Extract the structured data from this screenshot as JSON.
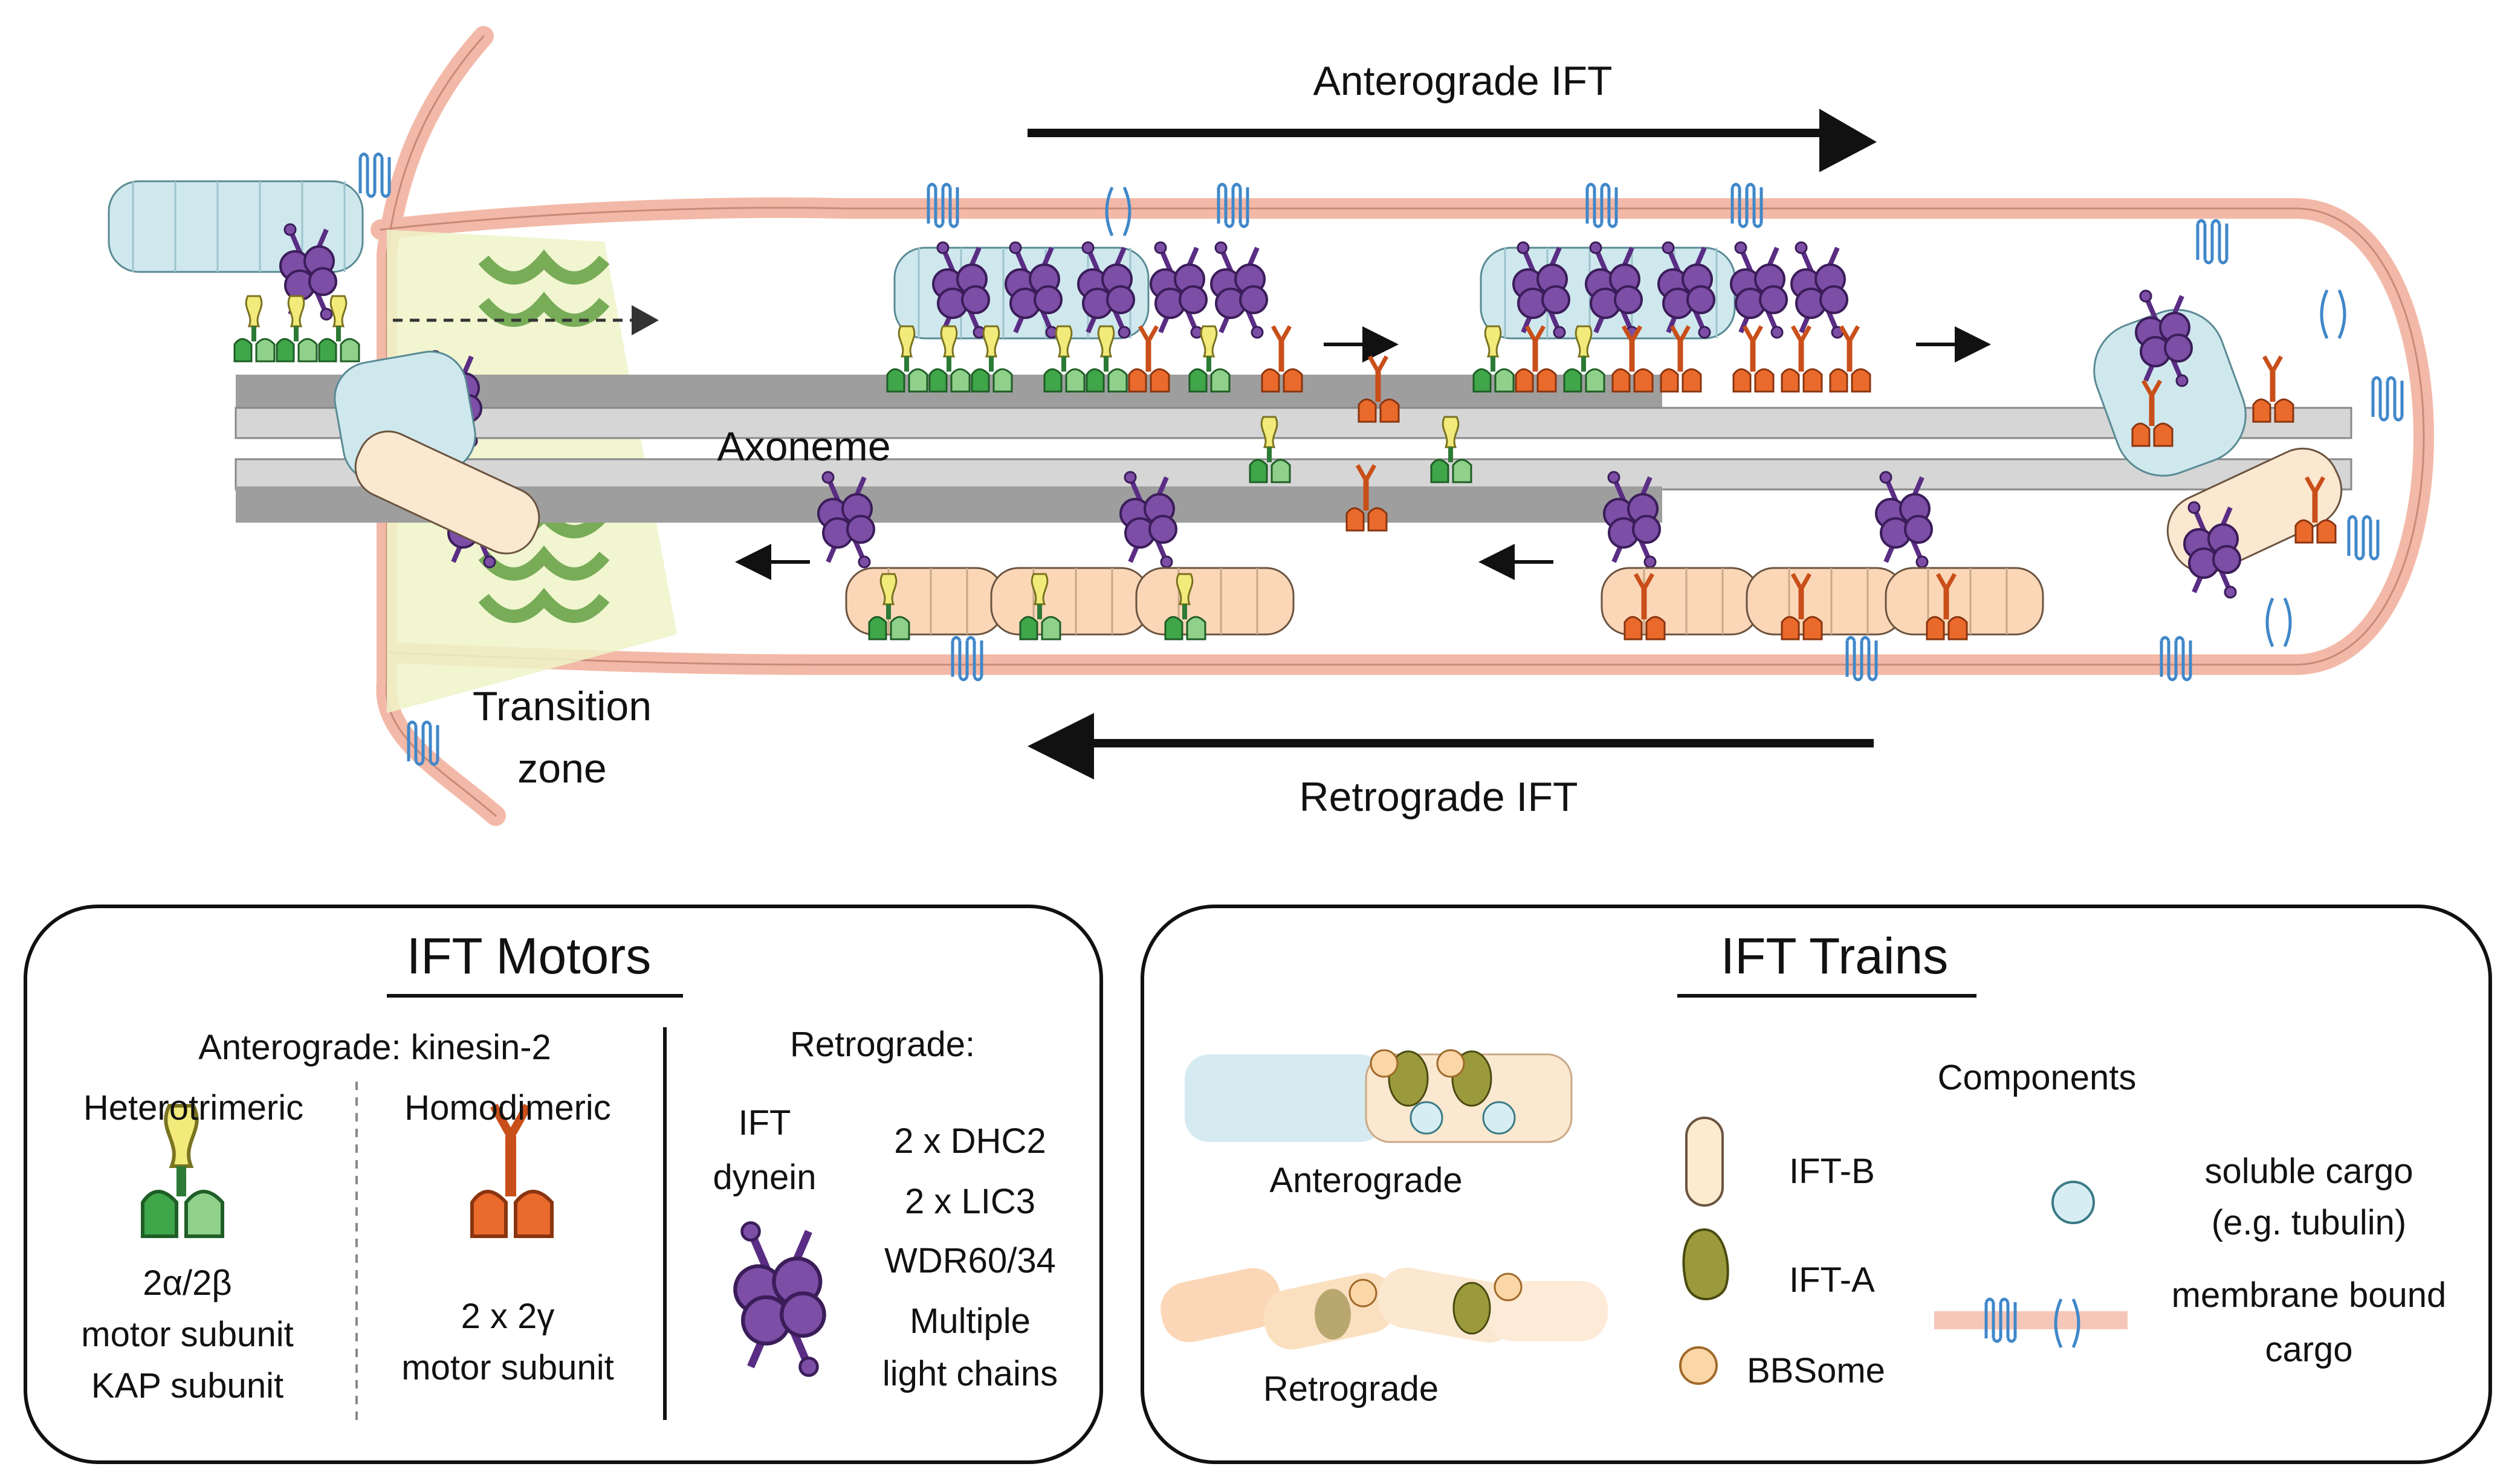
{
  "diagram": {
    "anterograde_arrow_label": "Anterograde IFT",
    "retrograde_arrow_label": "Retrograde IFT",
    "axoneme_label": "Axoneme",
    "transition_zone_label": [
      "Transition",
      "zone"
    ]
  },
  "motors_panel": {
    "title": "IFT Motors",
    "anterograde_heading": "Anterograde: kinesin-2",
    "heterotrimeric": {
      "label": "Heterotrimeric",
      "desc": [
        "2α/2β",
        "motor subunit",
        "KAP subunit"
      ]
    },
    "homodimeric": {
      "label": "Homodimeric",
      "desc": [
        "2 x 2γ",
        "motor subunit"
      ]
    },
    "retrograde_heading": "Retrograde:",
    "dynein_label": [
      "IFT",
      "dynein"
    ],
    "dynein_parts": [
      "2 x DHC2",
      "2 x LIC3",
      "WDR60/34",
      "Multiple",
      "light chains"
    ]
  },
  "trains_panel": {
    "title": "IFT Trains",
    "anterograde_label": "Anterograde",
    "retrograde_label": "Retrograde",
    "components_heading": "Components",
    "ift_b": "IFT-B",
    "ift_a": "IFT-A",
    "bbsome": "BBSome",
    "soluble_cargo": [
      "soluble cargo",
      "(e.g. tubulin)"
    ],
    "membrane_cargo": [
      "membrane bound",
      "cargo"
    ]
  },
  "colors": {
    "membrane": "#f3b9a8",
    "axoneme": "#b8b8b8",
    "ift_b": "#fdebd0",
    "ift_b_blue": "#cfe8ee",
    "ift_a": "#9a9a3c",
    "bbsome": "#fbd7a8",
    "cargo": "#d6eef3",
    "dynein": "#7d4ea6",
    "kinesin_green": "#3fa64a",
    "kinesin_yellow": "#f2ea7a",
    "kinesin_orange": "#ea6a2c",
    "membrane_cargo_blue": "#3f87c9",
    "transition_zone": "#a9cf7e"
  }
}
